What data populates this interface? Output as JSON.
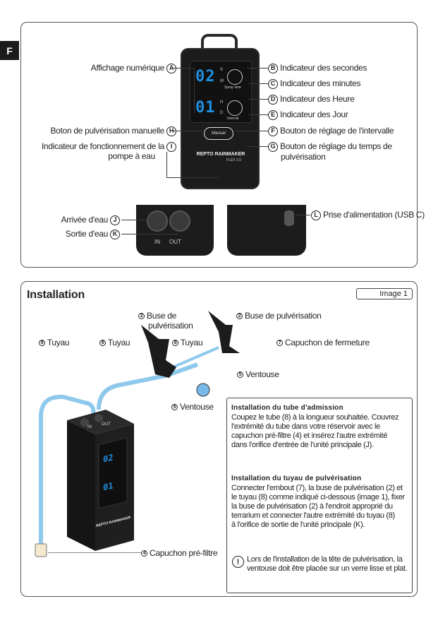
{
  "section_tab": "F",
  "top": {
    "labels": {
      "A": "Affichage numérique",
      "B": "Indicateur des secondes",
      "C": "Indicateur des minutes",
      "D": "Indicateur des Heure",
      "E": "Indicateur des Jour",
      "F": "Bouton de réglage de l'intervalle",
      "G1": "Bouton de réglage du temps de",
      "G2": "pulvérisation",
      "H": "Boton de pulvérisation manuelle",
      "I1": "Indicateur de fonctionnement de la",
      "I2": "pompe à eau",
      "J": "Arrivée d'eau",
      "K": "Sortie d'eau",
      "L": "Prise d'alimentation (USB C)"
    },
    "letters": [
      "A",
      "B",
      "C",
      "D",
      "E",
      "F",
      "G",
      "H",
      "I",
      "J",
      "K",
      "L"
    ],
    "device": {
      "digits_top": "02",
      "digits_bottom": "01",
      "s": "S",
      "m": "M",
      "h": "H",
      "d": "D",
      "spray_time": "Spray time",
      "interval": "Interval",
      "manual": "Manual",
      "brand": "REPTO RAINMAKER",
      "model": "FLEX 2.0",
      "in": "IN",
      "out": "OUT"
    }
  },
  "install": {
    "title": "Installation",
    "image_label": "Image 1",
    "parts": {
      "buse_a1": "Buse de",
      "buse_a2": "pulvérisation",
      "buse_b": "Buse de pulvérisation",
      "tuyau": "Tuyau",
      "capuchon": "Capuchon de fermeture",
      "ventouse": "Ventouse",
      "prefiltre": "Capuchon pré-filtre"
    },
    "nums": {
      "buse": "2",
      "tuyau": "8",
      "capuchon": "7",
      "ventouse": "5",
      "prefiltre": "4"
    },
    "device": {
      "in": "IN",
      "out": "OUT",
      "digits_top": "02",
      "digits_bottom": "01",
      "brand": "REPTO RAINMAKER"
    },
    "box": {
      "t1": "Installation du tube d'admission",
      "p1": [
        "Coupez le tube (8) à la longueur souhaitée. Couvrez",
        "l'extrémité du tube dans votre réservoir avec le",
        "capuchon pré-filtre (4) et insérez l'autre extrémité",
        "dans l'orifice d'entrée de l'unité principale (J)."
      ],
      "t2": "Installation du tuyau de pulvérisation",
      "p2": [
        "Connecter l'embout (7), la buse de pulvérisation (2) et",
        "le tuyau (8) comme indiqué ci-dessous (image 1), fixer",
        "la buse de pulvérisation (2) à l'endroit approprié du",
        "terrarium et connecter l'autre extrémité du tuyau (8)",
        "à l'orifice de sortie de l'unité principale (K)."
      ],
      "warn": [
        "Lors de l'installation de la tête de pulvérisation, la",
        "ventouse doit être placée sur un verre lisse et plat."
      ],
      "warn_icon": "!"
    }
  },
  "colors": {
    "tube": "#8ec9ec",
    "digits": "#1f8fe0",
    "device": "#1b1b1b"
  }
}
